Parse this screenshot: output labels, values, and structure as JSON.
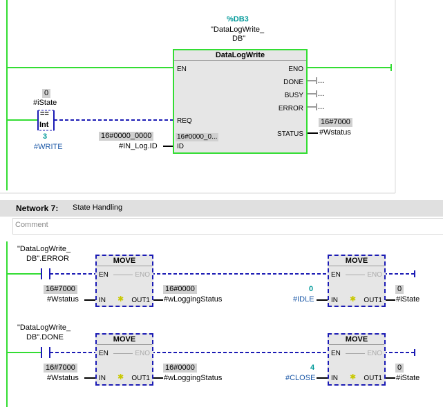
{
  "network6": {
    "db_instance": {
      "address": "%DB3",
      "name_line1": "\"DataLogWrite_",
      "name_line2": "DB\""
    },
    "block_title": "DataLogWrite",
    "pins": {
      "en": "EN",
      "eno": "ENO",
      "done": "DONE",
      "busy": "BUSY",
      "error": "ERROR",
      "req": "REQ",
      "status": "STATUS",
      "id": "ID"
    },
    "ellipsis": "...",
    "id_inner_value": "16#0000_0...",
    "compare": {
      "top_value": "0",
      "top_operand": "#iState",
      "op": "==",
      "type": "Int",
      "bottom_value": "3",
      "bottom_operand": "#WRITE"
    },
    "id_input": {
      "value": "16#0000_0000",
      "operand": "#IN_Log.ID"
    },
    "status_output": {
      "value": "16#7000",
      "operand": "#Wstatus"
    }
  },
  "network7": {
    "label": "Network 7:",
    "title": "State Handling",
    "comment_placeholder": "Comment",
    "rungs": [
      {
        "contact_line1": "\"DataLogWrite_",
        "contact_line2": "DB\".ERROR",
        "move1": {
          "title": "MOVE",
          "en": "EN",
          "eno": "ENO",
          "in": "IN",
          "out": "OUT1",
          "in_value": "16#7000",
          "in_operand": "#Wstatus",
          "out_value": "16#0000",
          "out_operand": "#wLoggingStatus"
        },
        "move2": {
          "title": "MOVE",
          "en": "EN",
          "eno": "ENO",
          "in": "IN",
          "out": "OUT1",
          "in_value": "0",
          "in_operand": "#IDLE",
          "out_value": "0",
          "out_operand": "#iState"
        }
      },
      {
        "contact_line1": "\"DataLogWrite_",
        "contact_line2": "DB\".DONE",
        "move1": {
          "title": "MOVE",
          "en": "EN",
          "eno": "ENO",
          "in": "IN",
          "out": "OUT1",
          "in_value": "16#7000",
          "in_operand": "#Wstatus",
          "out_value": "16#0000",
          "out_operand": "#wLoggingStatus"
        },
        "move2": {
          "title": "MOVE",
          "en": "EN",
          "eno": "ENO",
          "in": "IN",
          "out": "OUT1",
          "in_value": "4",
          "in_operand": "#CLOSE",
          "out_value": "0",
          "out_operand": "#iState"
        }
      }
    ]
  },
  "colors": {
    "power_flow": "#33dd33",
    "not_powered": "#1a1ab4",
    "teal_text": "#009999",
    "operand_blue": "#1e5aa8",
    "header_bg": "#e0e0e0"
  },
  "icons": {
    "star": "✱"
  }
}
